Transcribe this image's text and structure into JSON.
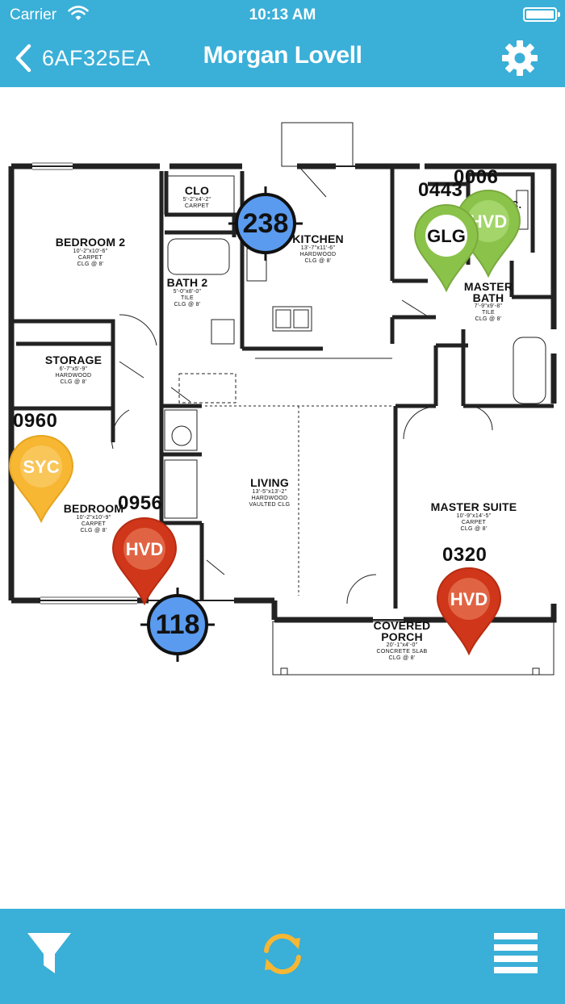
{
  "status_bar": {
    "carrier": "Carrier",
    "time": "10:13 AM"
  },
  "nav": {
    "back_label": "6AF325EA",
    "title": "Morgan Lovell",
    "back_icon": "chevron-left-icon",
    "settings_icon": "gear-icon"
  },
  "rooms": [
    {
      "name": "CLO",
      "sub": [
        "5'-2\"x4'-2\"",
        "CARPET"
      ]
    },
    {
      "name": "BEDROOM 2",
      "sub": [
        "10'-2\"x10'-6\"",
        "CARPET",
        "CLG @ 8'"
      ]
    },
    {
      "name": "KITCHEN",
      "sub": [
        "13'-7\"x11'-6\"",
        "HARDWOOD",
        "CLG @ 8'"
      ]
    },
    {
      "name": "BATH 2",
      "sub": [
        "5'-0\"x8'-0\"",
        "TILE",
        "CLG @ 8'"
      ]
    },
    {
      "name": "MASTER BATH",
      "sub": [
        "7'-9\"x9'-8\"",
        "TILE",
        "CLG @ 8'"
      ]
    },
    {
      "name": "STORAGE",
      "sub": [
        "6'-7\"x5'-9\"",
        "HARDWOOD",
        "CLG @ 8'"
      ]
    },
    {
      "name": "LIVING",
      "sub": [
        "13'-5\"x13'-2\"",
        "HARDWOOD",
        "VAULTED CLG"
      ]
    },
    {
      "name": "MASTER SUITE",
      "sub": [
        "10'-9\"x14'-5\"",
        "CARPET",
        "CLG @ 8'"
      ]
    },
    {
      "name": "BEDROOM",
      "sub": [
        "10'-2\"x10'-9\"",
        "CARPET",
        "CLG @ 8'"
      ]
    },
    {
      "name": "COVERED PORCH",
      "sub": [
        "20'-1\"x4'-0\"",
        "CONCRETE SLAB",
        "CLG @ 8'"
      ]
    },
    {
      "name": "W.I.C.",
      "sub": [
        "",
        ""
      ]
    }
  ],
  "pins": [
    {
      "code": "0006",
      "label": "HVD",
      "color": "#8bc34a"
    },
    {
      "code": "0443",
      "label": "GLG",
      "color": "#8bc34a"
    },
    {
      "code": "0960",
      "label": "SYC",
      "color": "#f7b733"
    },
    {
      "code": "0956",
      "label": "HVD",
      "color": "#d0361a"
    },
    {
      "code": "0320",
      "label": "HVD",
      "color": "#d0361a"
    }
  ],
  "clusters": [
    {
      "count": "238",
      "color": "#5a9bef"
    },
    {
      "count": "118",
      "color": "#5a9bef"
    }
  ],
  "toolbar": {
    "filter_icon": "filter-icon",
    "refresh_icon": "refresh-icon",
    "menu_icon": "menu-icon",
    "accent": "#f7b733",
    "bar_color": "#3aafd8"
  }
}
